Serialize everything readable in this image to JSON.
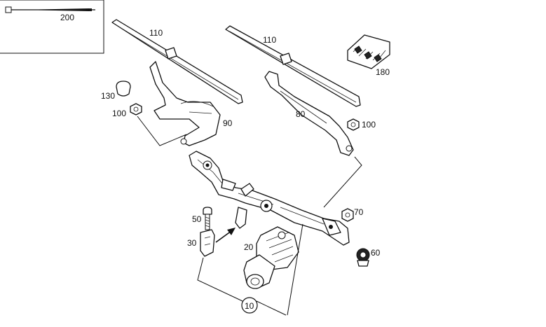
{
  "diagram": {
    "legend": {
      "label": "200"
    },
    "callouts": {
      "wiper_blade_left": "110",
      "wiper_blade_right": "110",
      "relay_module": "180",
      "cap_130": "130",
      "nut_100_left": "100",
      "arm_left": "90",
      "arm_right": "80",
      "nut_100_right": "100",
      "bolt_50": "50",
      "bracket_30": "30",
      "motor_20": "20",
      "nut_70": "70",
      "grommet_60": "60",
      "assembly_10": "10"
    },
    "colors": {
      "ink": "#111111",
      "background": "#ffffff"
    }
  }
}
